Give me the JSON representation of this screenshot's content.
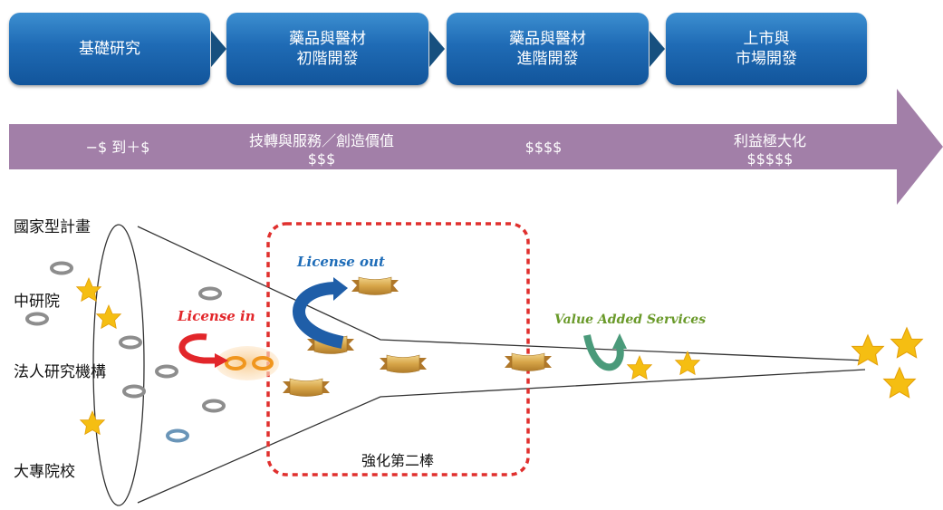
{
  "stages": [
    {
      "label": "基礎研究"
    },
    {
      "label": "藥品與醫材\n初階開發"
    },
    {
      "label": "藥品與醫材\n進階開發"
    },
    {
      "label": "上市與\n市場開發"
    }
  ],
  "value_band": {
    "items": [
      {
        "text": "−$  到＋$"
      },
      {
        "text": "技轉與服務／創造價值\n$$$"
      },
      {
        "text": "$$$$"
      },
      {
        "text": "利益極大化\n$$$$$"
      }
    ]
  },
  "sources": [
    "國家型計畫",
    "中研院",
    "法人研究機構",
    "大專院校"
  ],
  "annotations": {
    "license_in": "License in",
    "license_out": "License out",
    "value_added": "Value Added Services",
    "box_label": "強化第二棒"
  },
  "colors": {
    "stage_blue": "#1f6bb5",
    "band_purple": "#a27fa8",
    "license_in_red": "#e2262a",
    "license_out_blue": "#1f5ea8",
    "value_added_green": "#6a9a2a",
    "dashed_box_red": "#e0302e",
    "star_gold": "#f5be12"
  }
}
